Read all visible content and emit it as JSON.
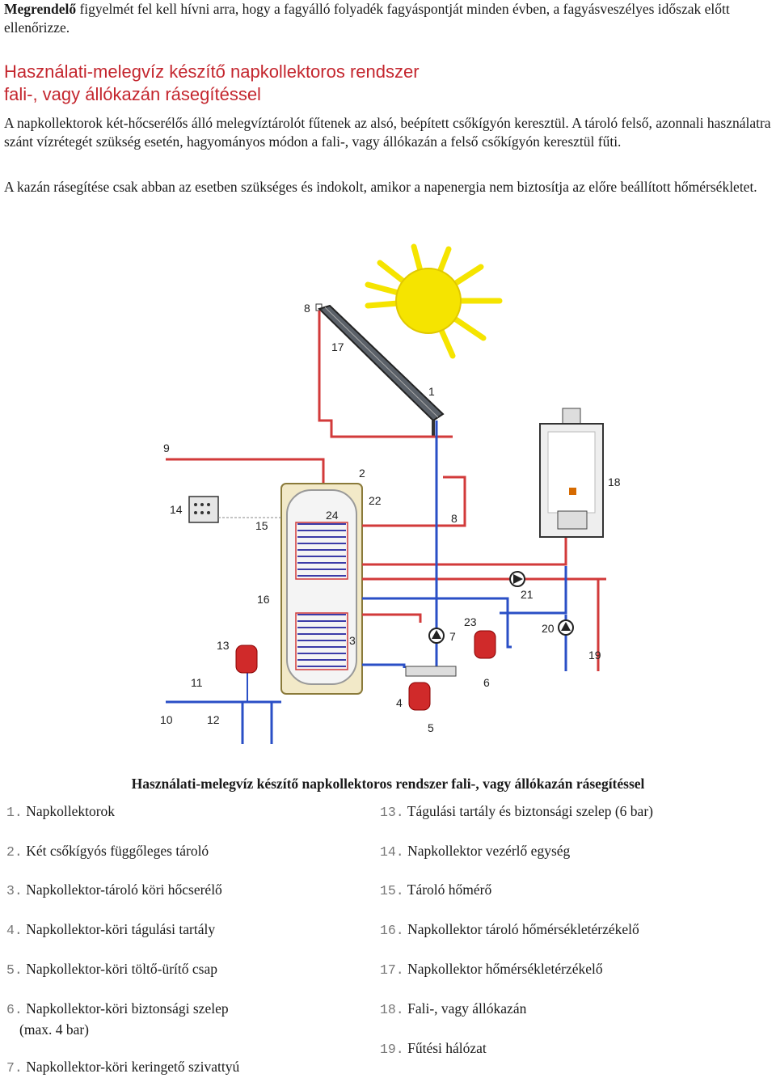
{
  "intro": {
    "bold": "Megrendelő",
    "rest": " figyelmét fel kell hívni arra, hogy a fagyálló folyadék fagyáspontját minden évben, a fagyásveszélyes időszak előtt ellenőrizze."
  },
  "heading": {
    "line1": "Használati-melegvíz készítő napkollektoros rendszer",
    "line2": "fali-, vagy állókazán rásegítéssel"
  },
  "paragraph1": "A napkollektorok két-hőcserélős álló melegvíztárolót fűtenek az alsó, beépített csőkígyón keresztül. A tároló felső, azonnali használatra szánt vízrétegét szükség esetén, hagyományos módon a fali-, vagy állókazán a felső csőkígyón keresztül fűti.",
  "paragraph2": "A kazán rásegítése csak abban az esetben szükséges és indokolt, amikor a napenergia nem biztosítja az előre beállított hőmérsékletet.",
  "diagram_labels": {
    "l1": "1",
    "l2": "2",
    "l3": "3",
    "l4": "4",
    "l5": "5",
    "l6": "6",
    "l7": "7",
    "l8": "8",
    "l9": "9",
    "l10": "10",
    "l11": "11",
    "l12": "12",
    "l13": "13",
    "l14": "14",
    "l15": "15",
    "l16": "16",
    "l17": "17",
    "l18": "18",
    "l19": "19",
    "l20": "20",
    "l21": "21",
    "l22": "22",
    "l23": "23",
    "l24": "24"
  },
  "colors": {
    "hot": "#d23a3a",
    "cold": "#2a4fc6",
    "heading": "#c4262e",
    "sun": "#f5e400",
    "coil": "#3b3ba8"
  },
  "caption": "Használati-melegvíz készítő napkollektoros rendszer fali-, vagy állókazán rásegítéssel",
  "legend_left": [
    {
      "num": "1.",
      "text": " Napkollektorok"
    },
    {
      "num": "2.",
      "text": " Két csőkígyós függőleges tároló"
    },
    {
      "num": "3.",
      "text": " Napkollektor-tároló köri hőcserélő"
    },
    {
      "num": "4.",
      "text": " Napkollektor-köri tágulási tartály"
    },
    {
      "num": "5.",
      "text": " Napkollektor-köri töltő-ürítő csap"
    },
    {
      "num": "6.",
      "text": " Napkollektor-köri biztonsági szelep",
      "text2": "(max. 4 bar)"
    },
    {
      "num": "7.",
      "text": " Napkollektor-köri keringető szivattyú"
    }
  ],
  "legend_right": [
    {
      "num": "13.",
      "text": " Tágulási tartály és biztonsági szelep (6 bar)"
    },
    {
      "num": "14.",
      "text": " Napkollektor vezérlő egység"
    },
    {
      "num": "15.",
      "text": " Tároló hőmérő"
    },
    {
      "num": "16.",
      "text": " Napkollektor tároló hőmérsékletérzékelő"
    },
    {
      "num": "17.",
      "text": " Napkollektor hőmérsékletérzékelő"
    },
    {
      "num": "18.",
      "text": " Fali-, vagy állókazán"
    },
    {
      "num": "19.",
      "text": " Fűtési hálózat"
    }
  ]
}
